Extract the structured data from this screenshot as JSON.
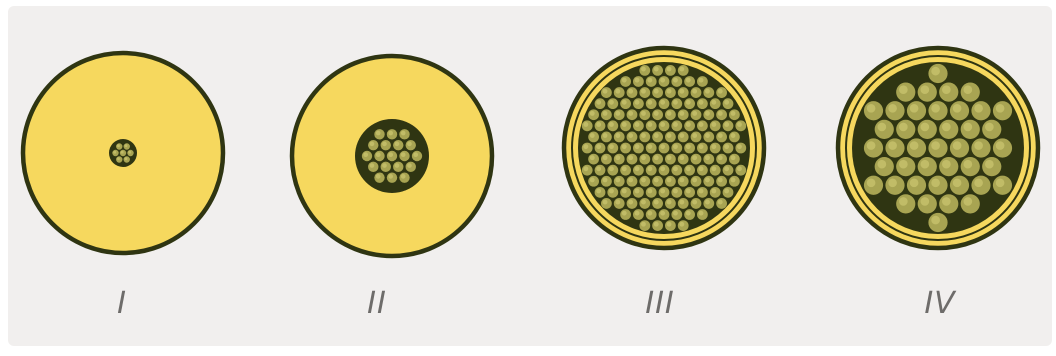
{
  "colors": {
    "background": "#ffffff",
    "panel": "#f1efee",
    "yellow": "#f6d85e",
    "outline": "#2f3512",
    "dot": "#a8a452",
    "dot_highlight": "#c7c26d"
  },
  "figures": [
    {
      "label": "I",
      "description_type": "single-small-cluster"
    },
    {
      "label": "II",
      "description_type": "medium-cluster"
    },
    {
      "label": "III",
      "description_type": "large-cluster-thin-ring"
    },
    {
      "label": "IV",
      "description_type": "large-cluster-big-dots"
    }
  ]
}
